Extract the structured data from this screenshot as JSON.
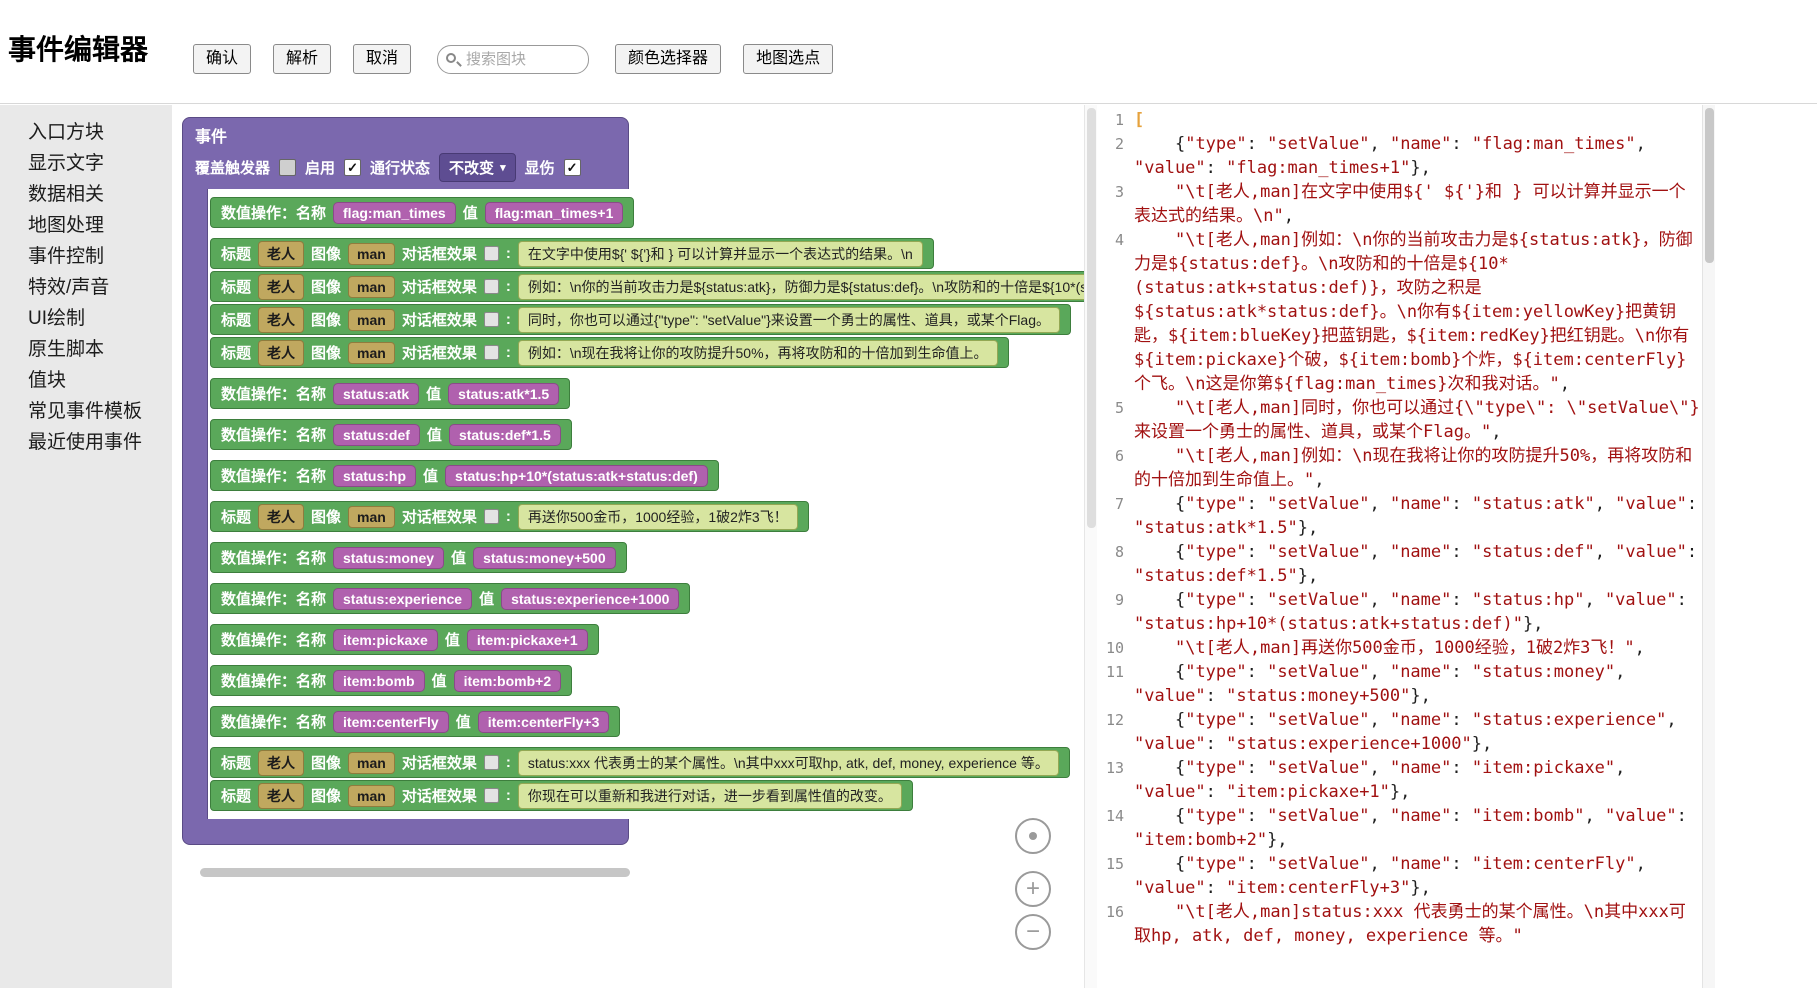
{
  "header": {
    "title": "事件编辑器",
    "confirm": "确认",
    "parse": "解析",
    "cancel": "取消",
    "search_placeholder": "搜索图块",
    "color_picker": "颜色选择器",
    "map_pick": "地图选点"
  },
  "sidebar": {
    "items": [
      "入口方块",
      "显示文字",
      "数据相关",
      "地图处理",
      "事件控制",
      "特效/声音",
      "UI绘制",
      "原生脚本",
      "值块",
      "常见事件模板",
      "最近使用事件"
    ]
  },
  "icons": {
    "caret": "▾",
    "check": "✓",
    "plus": "+",
    "minus": "−"
  },
  "colors": {
    "block_green": "#5aa85a",
    "block_purple": "#7b68ae",
    "chip_magenta": "#b061ae",
    "field_olive": "#c0a85f",
    "field_light": "#d7e5a0",
    "code_string": "#a11111",
    "code_bracket": "#e6a23c"
  },
  "workspace": {
    "block_labels": {
      "setvalue": "数值操作：名称",
      "value": "值",
      "title": "标题",
      "image": "图像",
      "effect": "对话框效果",
      "colon": ":"
    },
    "event_block": {
      "title": "事件",
      "fields": {
        "override_trigger_label": "覆盖触发器",
        "override_trigger_checked": false,
        "enable_label": "启用",
        "enable_checked": true,
        "pass_state_label": "通行状态",
        "pass_state_value": "不改变",
        "display_damage_label": "显伤",
        "display_damage_checked": true
      },
      "rows": [
        {
          "t": "sv",
          "name": "flag:man_times",
          "value": "flag:man_times+1"
        },
        {
          "t": "dlg",
          "title": "老人",
          "image": "man",
          "text": "在文字中使用${' ${'}和 } 可以计算并显示一个表达式的结果。\\n"
        },
        {
          "t": "dlg",
          "title": "老人",
          "image": "man",
          "text": "例如：\\n你的当前攻击力是${status:atk}，防御力是${status:def}。\\n攻防和的十倍是${10*(status:atk+status:def)}，攻防之积是${status:atk*status:def}。"
        },
        {
          "t": "dlg",
          "title": "老人",
          "image": "man",
          "text": "同时，你也可以通过{\"type\": \"setValue\"}来设置一个勇士的属性、道具，或某个Flag。"
        },
        {
          "t": "dlg",
          "title": "老人",
          "image": "man",
          "text": "例如：\\n现在我将让你的攻防提升50%，再将攻防和的十倍加到生命值上。"
        },
        {
          "t": "sv",
          "name": "status:atk",
          "value": "status:atk*1.5"
        },
        {
          "t": "sv",
          "name": "status:def",
          "value": "status:def*1.5"
        },
        {
          "t": "sv",
          "name": "status:hp",
          "value": "status:hp+10*(status:atk+status:def)"
        },
        {
          "t": "dlg",
          "title": "老人",
          "image": "man",
          "text": "再送你500金币，1000经验，1破2炸3飞！"
        },
        {
          "t": "sv",
          "name": "status:money",
          "value": "status:money+500"
        },
        {
          "t": "sv",
          "name": "status:experience",
          "value": "status:experience+1000"
        },
        {
          "t": "sv",
          "name": "item:pickaxe",
          "value": "item:pickaxe+1"
        },
        {
          "t": "sv",
          "name": "item:bomb",
          "value": "item:bomb+2"
        },
        {
          "t": "sv",
          "name": "item:centerFly",
          "value": "item:centerFly+3"
        },
        {
          "t": "dlg",
          "title": "老人",
          "image": "man",
          "text": "status:xxx 代表勇士的某个属性。\\n其中xxx可取hp, atk, def, money, experience 等。"
        },
        {
          "t": "dlg",
          "title": "老人",
          "image": "man",
          "text": "你现在可以重新和我进行对话，进一步看到属性值的改变。"
        }
      ]
    }
  },
  "code": {
    "lines": [
      {
        "n": 1,
        "kind": "bracket",
        "text": "["
      },
      {
        "n": 2,
        "kind": "code",
        "text": "    {\"type\": \"setValue\", \"name\": \"flag:man_times\", \"value\": \"flag:man_times+1\"},"
      },
      {
        "n": 3,
        "kind": "code",
        "text": "    \"\\t[老人,man]在文字中使用${' ${'}和 } 可以计算并显示一个表达式的结果。\\n\","
      },
      {
        "n": 4,
        "kind": "code",
        "text": "    \"\\t[老人,man]例如：\\n你的当前攻击力是${status:atk}，防御力是${status:def}。\\n攻防和的十倍是${10*(status:atk+status:def)}，攻防之积是${status:atk*status:def}。\\n你有${item:yellowKey}把黄钥匙，${item:blueKey}把蓝钥匙，${item:redKey}把红钥匙。\\n你有${item:pickaxe}个破，${item:bomb}个炸，${item:centerFly}个飞。\\n这是你第${flag:man_times}次和我对话。\","
      },
      {
        "n": 5,
        "kind": "code",
        "text": "    \"\\t[老人,man]同时，你也可以通过{\\\"type\\\": \\\"setValue\\\"}来设置一个勇士的属性、道具，或某个Flag。\","
      },
      {
        "n": 6,
        "kind": "code",
        "text": "    \"\\t[老人,man]例如：\\n现在我将让你的攻防提升50%，再将攻防和的十倍加到生命值上。\","
      },
      {
        "n": 7,
        "kind": "code",
        "text": "    {\"type\": \"setValue\", \"name\": \"status:atk\", \"value\": \"status:atk*1.5\"},"
      },
      {
        "n": 8,
        "kind": "code",
        "text": "    {\"type\": \"setValue\", \"name\": \"status:def\", \"value\": \"status:def*1.5\"},"
      },
      {
        "n": 9,
        "kind": "code",
        "text": "    {\"type\": \"setValue\", \"name\": \"status:hp\", \"value\": \"status:hp+10*(status:atk+status:def)\"},"
      },
      {
        "n": 10,
        "kind": "code",
        "text": "    \"\\t[老人,man]再送你500金币，1000经验，1破2炸3飞！\","
      },
      {
        "n": 11,
        "kind": "code",
        "text": "    {\"type\": \"setValue\", \"name\": \"status:money\", \"value\": \"status:money+500\"},"
      },
      {
        "n": 12,
        "kind": "code",
        "text": "    {\"type\": \"setValue\", \"name\": \"status:experience\", \"value\": \"status:experience+1000\"},"
      },
      {
        "n": 13,
        "kind": "code",
        "text": "    {\"type\": \"setValue\", \"name\": \"item:pickaxe\", \"value\": \"item:pickaxe+1\"},"
      },
      {
        "n": 14,
        "kind": "code",
        "text": "    {\"type\": \"setValue\", \"name\": \"item:bomb\", \"value\": \"item:bomb+2\"},"
      },
      {
        "n": 15,
        "kind": "code",
        "text": "    {\"type\": \"setValue\", \"name\": \"item:centerFly\", \"value\": \"item:centerFly+3\"},"
      },
      {
        "n": 16,
        "kind": "code",
        "text": "    \"\\t[老人,man]status:xxx 代表勇士的某个属性。\\n其中xxx可取hp, atk, def, money, experience 等。\""
      }
    ]
  }
}
